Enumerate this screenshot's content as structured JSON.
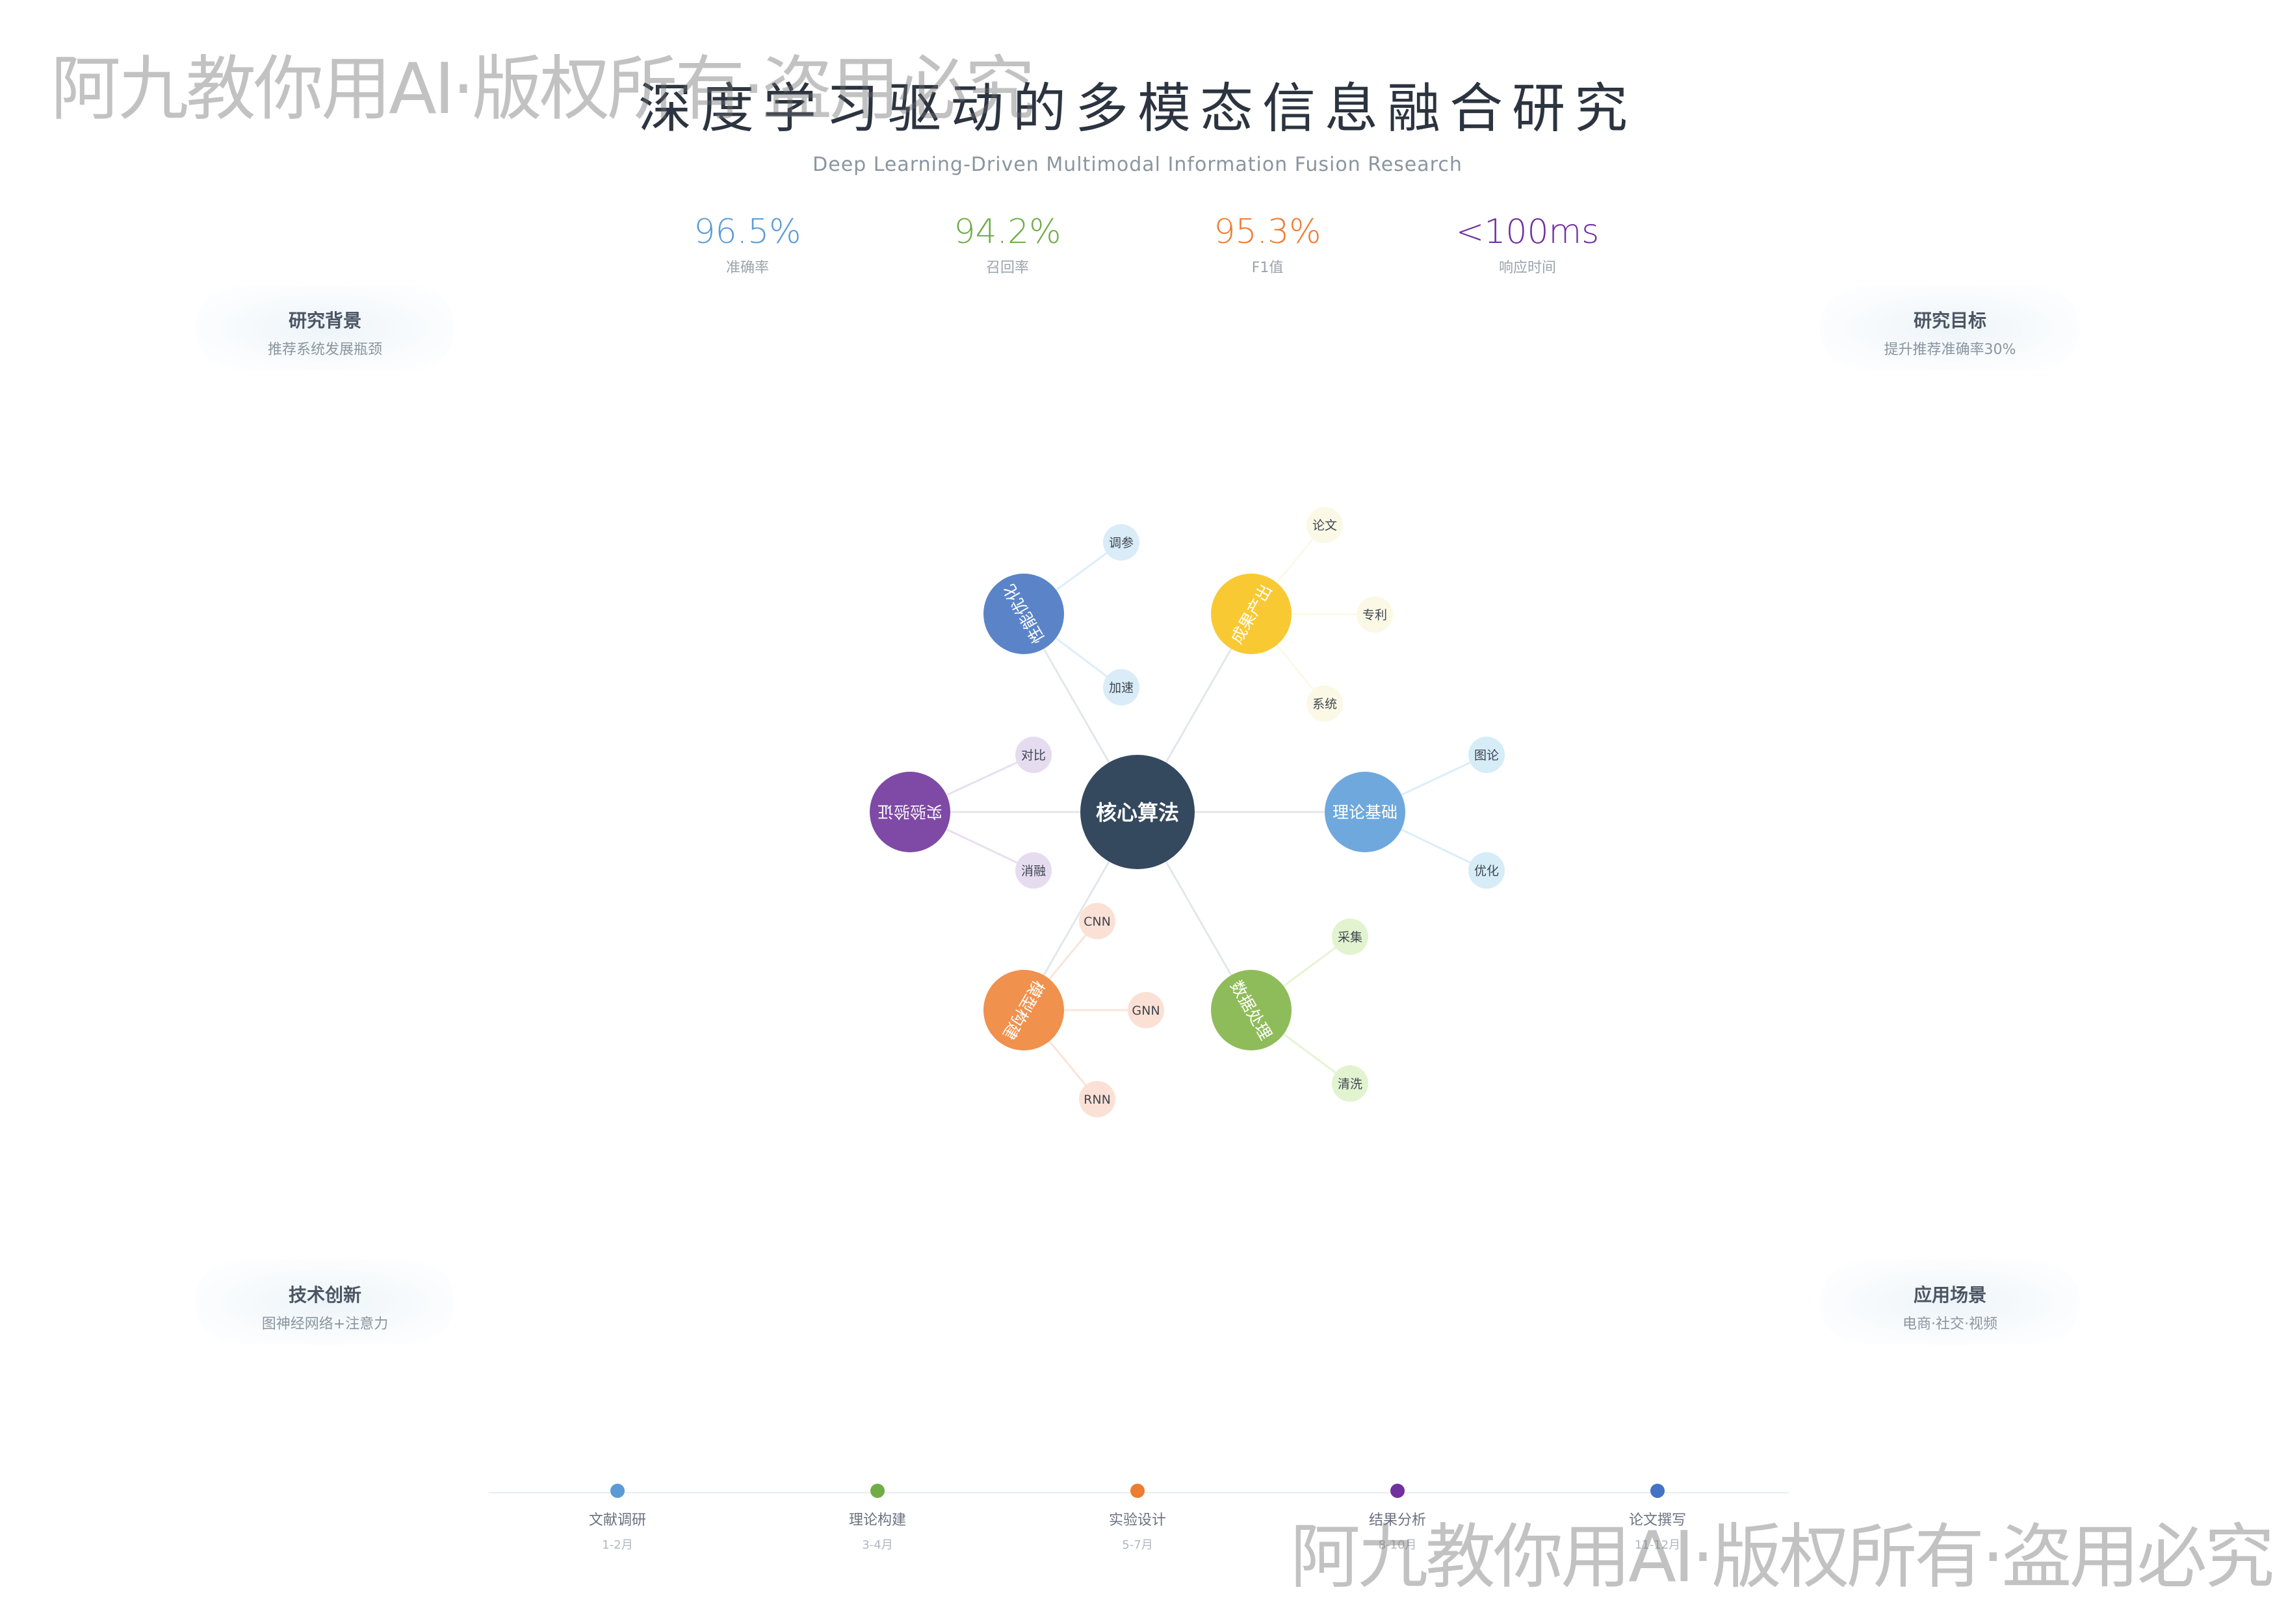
{
  "watermark": {
    "top": "阿九教你用AI·版权所有·盗用必究",
    "bottom": "阿九教你用AI·版权所有·盗用必究"
  },
  "title": "深度学习驱动的多模态信息融合研究",
  "subtitle": "Deep Learning-Driven Multimodal Information Fusion Research",
  "metrics": [
    {
      "value": "96.5%",
      "label": "准确率",
      "color": "#5b9bd5"
    },
    {
      "value": "94.2%",
      "label": "召回率",
      "color": "#70ad47"
    },
    {
      "value": "95.3%",
      "label": "F1值",
      "color": "#ed7d31"
    },
    {
      "value": "<100ms",
      "label": "响应时间",
      "color": "#7030a0"
    }
  ],
  "corners": [
    {
      "title": "研究背景",
      "subtitle": "推荐系统发展瓶颈"
    },
    {
      "title": "研究目标",
      "subtitle": "提升推荐准确率30%"
    },
    {
      "title": "技术创新",
      "subtitle": "图神经网络+注意力"
    },
    {
      "title": "应用场景",
      "subtitle": "电商·社交·视频"
    }
  ],
  "mindmap": {
    "center": {
      "label": "核心算法",
      "color": "#34495e"
    },
    "branches": [
      {
        "label": "理论基础",
        "color": "#6fa8dc",
        "leafColor": "#d6ecf7",
        "leaves": [
          "图论",
          "优化"
        ]
      },
      {
        "label": "数据处理",
        "color": "#8fbc5a",
        "leafColor": "#e2f3cf",
        "leaves": [
          "采集",
          "清洗"
        ]
      },
      {
        "label": "模型构建",
        "color": "#f0914d",
        "leafColor": "#fbe1d5",
        "leaves": [
          "CNN",
          "GNN",
          "RNN"
        ]
      },
      {
        "label": "实验验证",
        "color": "#7e4aa5",
        "leafColor": "#e6dcf0",
        "leaves": [
          "对比",
          "消融"
        ]
      },
      {
        "label": "性能优化",
        "color": "#5b84c8",
        "leafColor": "#d9ecf8",
        "leaves": [
          "调参",
          "加速"
        ]
      },
      {
        "label": "成果产出",
        "color": "#f8c932",
        "leafColor": "#fbf9e6",
        "leaves": [
          "论文",
          "专利",
          "系统"
        ]
      }
    ]
  },
  "timeline": [
    {
      "label": "文献调研",
      "range": "1-2月",
      "color": "#5b9bd5"
    },
    {
      "label": "理论构建",
      "range": "3-4月",
      "color": "#70ad47"
    },
    {
      "label": "实验设计",
      "range": "5-7月",
      "color": "#ed7d31"
    },
    {
      "label": "结果分析",
      "range": "8-10月",
      "color": "#7030a0"
    },
    {
      "label": "论文撰写",
      "range": "11-12月",
      "color": "#4472c4"
    }
  ]
}
